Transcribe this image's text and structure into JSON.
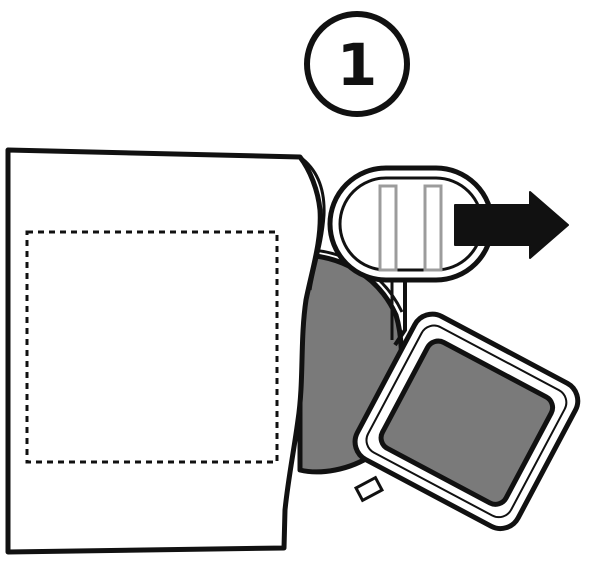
{
  "step_badge": {
    "number": "1"
  },
  "illustration": {
    "parts": [
      "package",
      "defibrillator-pads",
      "pull-tab",
      "pull-direction-arrow"
    ],
    "colors": {
      "outline": "#111111",
      "pad_fill": "#7a7a7a",
      "tab_stripe": "#9c9c9c",
      "arrow_fill": "#111111",
      "background": "#ffffff"
    }
  }
}
